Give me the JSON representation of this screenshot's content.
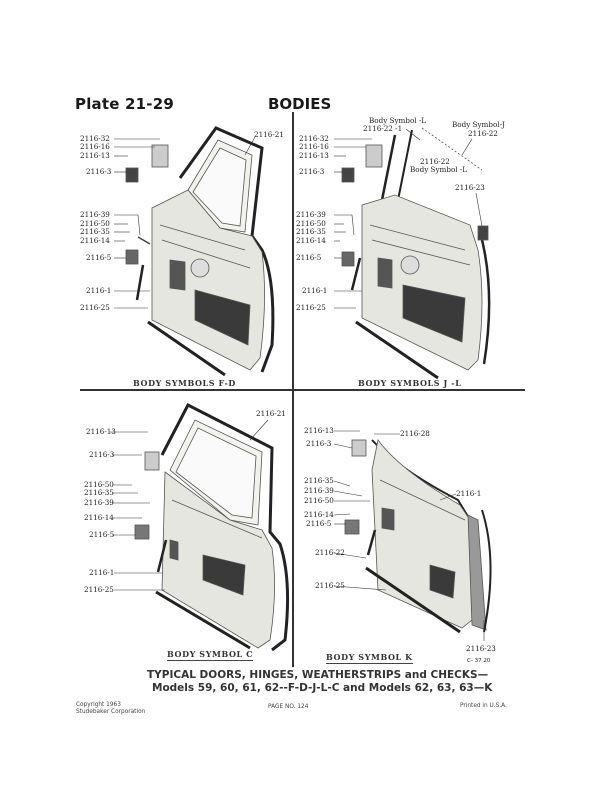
{
  "header": {
    "plate": "Plate 21-29",
    "section": "BODIES"
  },
  "panels": {
    "top_left": {
      "caption": "BODY SYMBOLS F-D",
      "callouts": [
        "2116-32",
        "2116-16",
        "2116-13",
        "2116-3",
        "2116-39",
        "2116-50",
        "2116-35",
        "2116-14",
        "2116-5",
        "2116-1",
        "2116-25",
        "2116-21"
      ]
    },
    "top_right": {
      "caption": "BODY SYMBOLS J -L",
      "callouts": [
        "2116-32",
        "2116-16",
        "2116-13",
        "2116-3",
        "2116-39",
        "2116-50",
        "2116-35",
        "2116-14",
        "2116-5",
        "2116-1",
        "2116-25",
        "2116-23"
      ],
      "body_symbol_l_top": "Body Symbol -L",
      "part_22_1": "2116-22 -1",
      "body_symbol_j": "Body Symbol-J",
      "part_22_j": "2116-22",
      "part_22_l": "2116-22",
      "body_symbol_l_mid": "Body Symbol -L"
    },
    "bottom_left": {
      "caption": "BODY SYMBOL C",
      "callouts": [
        "2116-13",
        "2116-3",
        "2116-50",
        "2116-35",
        "2116-39",
        "2116-14",
        "2116-5",
        "2116-1",
        "2116-25",
        "2116-21"
      ]
    },
    "bottom_right": {
      "caption": "BODY SYMBOL K",
      "callouts": [
        "2116-13",
        "2116-3",
        "2116-35",
        "2116-39",
        "2116-50",
        "2116-14",
        "2116-5",
        "2116-22",
        "2116-25",
        "2116-28",
        "2116-1",
        "2116-23"
      ],
      "drawing_code": "C- 37 20"
    }
  },
  "title": {
    "line1": "TYPICAL DOORS, HINGES, WEATHERSTRIPS and CHECKS—",
    "line2": "Models 59, 60, 61, 62--F-D-J-L-C and Models 62, 63, 63—K"
  },
  "footer": {
    "copyright_line1": "Copyright 1963",
    "copyright_line2": "Studebaker Corporation",
    "page": "PAGE NO. 124",
    "printed": "Printed in U.S.A."
  }
}
